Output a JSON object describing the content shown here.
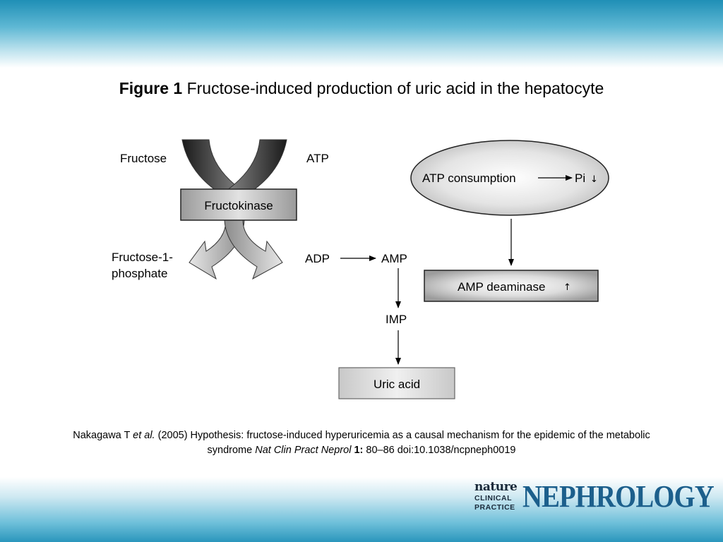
{
  "slide": {
    "title_prefix": "Figure 1",
    "title_text": "Fructose-induced production of uric acid in the hepatocyte"
  },
  "diagram": {
    "fructose": "Fructose",
    "atp": "ATP",
    "fructokinase": "Fructokinase",
    "fructose1p_line1": "Fructose-1-",
    "fructose1p_line2": "phosphate",
    "adp": "ADP",
    "amp": "AMP",
    "imp": "IMP",
    "uric_acid": "Uric acid",
    "atp_consumption": "ATP consumption",
    "pi": "Pi",
    "pi_arrow": "↓",
    "amp_deaminase": "AMP deaminase",
    "amp_deaminase_arrow": "↑"
  },
  "citation": {
    "author": "Nakagawa T",
    "etal": "et al.",
    "body": "(2005) Hypothesis: fructose-induced hyperuricemia as a causal mechanism for the epidemic of the metabolic syndrome",
    "journal": "Nat Clin Pract Neprol",
    "volume": "1:",
    "pages": "80–86 doi:10.1038/ncpneph0019"
  },
  "logo": {
    "nature": "nature",
    "clinical": "CLINICAL",
    "practice": "PRACTICE",
    "nephrology": "NEPHROLOGY"
  },
  "colors": {
    "band_dark": "#1f8fb6",
    "band_light": "#bfe3ee",
    "logo_blue": "#1c5f8c"
  }
}
